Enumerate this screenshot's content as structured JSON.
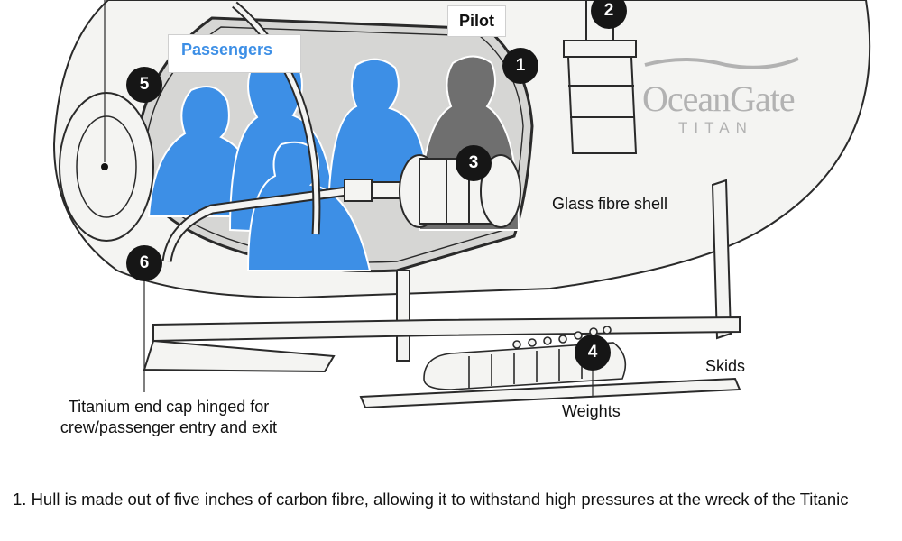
{
  "diagram": {
    "brand": {
      "name": "OceanGate",
      "model": "TITAN"
    },
    "labels": {
      "pilot": "Pilot",
      "passengers": "Passengers",
      "shell": "Glass fibre shell",
      "skids": "Skids",
      "weights": "Weights",
      "end_cap_line1": "Titanium end cap hinged for",
      "end_cap_line2": "crew/passenger entry and exit"
    },
    "markers": [
      "1",
      "2",
      "3",
      "4",
      "5",
      "6"
    ],
    "colors": {
      "passengers": "#3d8fe6",
      "pilot": "#6f6f6f",
      "marker": "#161616",
      "hull": "#f4f4f2",
      "cabin": "#d6d6d4"
    }
  },
  "caption": "1. Hull is made out of five inches of carbon fibre, allowing it to withstand high pressures at the wreck of the Titanic"
}
